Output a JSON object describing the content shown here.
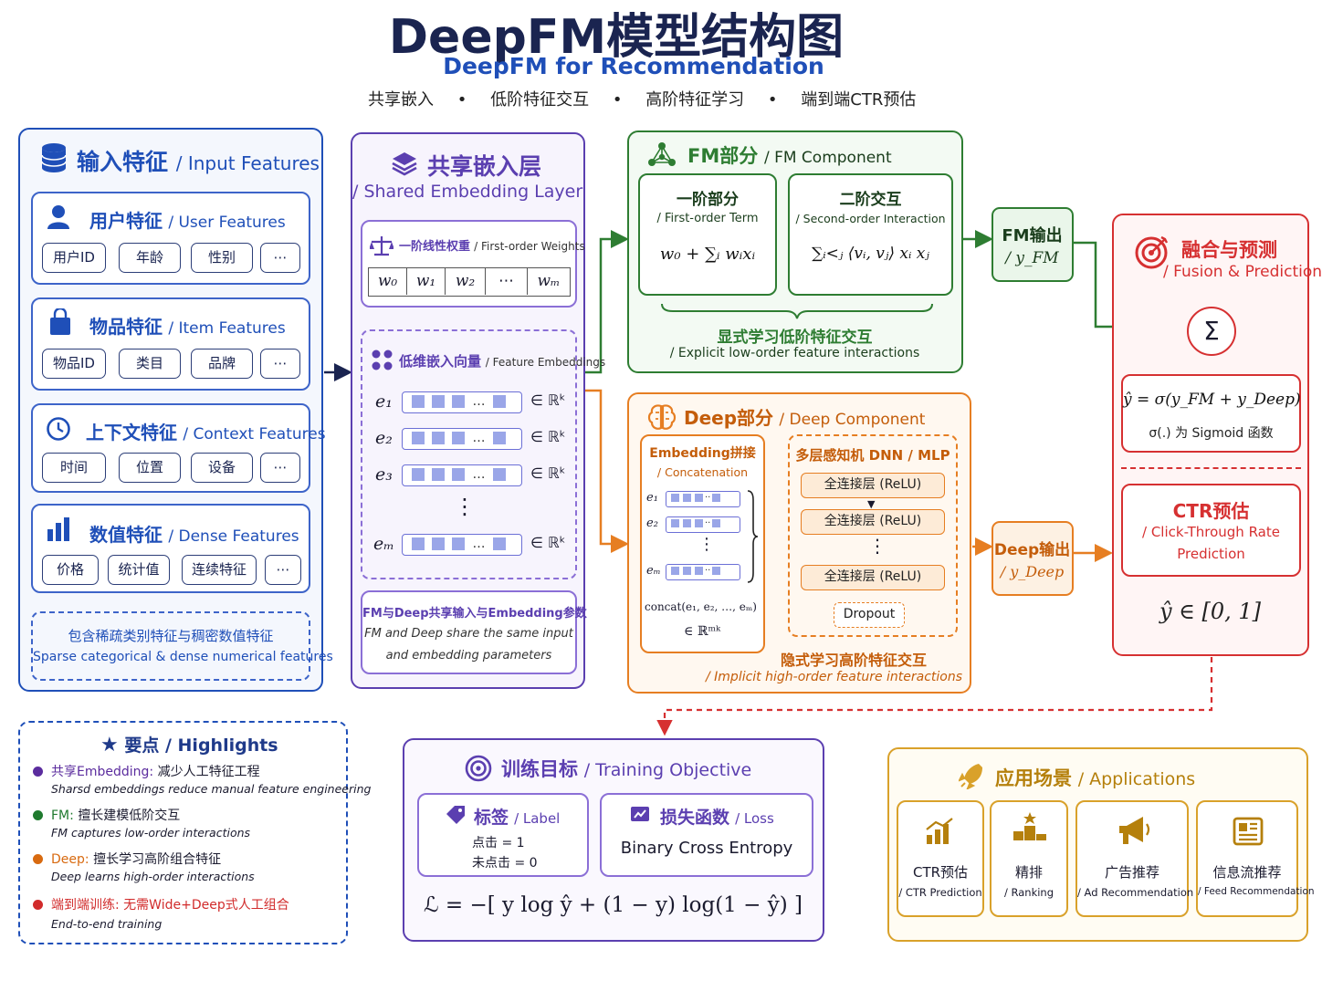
{
  "header": {
    "title": "DeepFM模型结构图",
    "subtitle": "DeepFM for Recommendation",
    "tags": [
      "共享嵌入",
      "低阶特征交互",
      "高阶特征学习",
      "端到端CTR预估"
    ]
  },
  "input": {
    "title_cn": "输入特征",
    "title_en": "/ Input Features",
    "groups": [
      {
        "title_cn": "用户特征",
        "title_en": "/ User Features",
        "chips": [
          "用户ID",
          "年龄",
          "性别",
          "⋯"
        ]
      },
      {
        "title_cn": "物品特征",
        "title_en": "/ Item Features",
        "chips": [
          "物品ID",
          "类目",
          "品牌",
          "⋯"
        ]
      },
      {
        "title_cn": "上下文特征",
        "title_en": "/ Context Features",
        "chips": [
          "时间",
          "位置",
          "设备",
          "⋯"
        ]
      },
      {
        "title_cn": "数值特征",
        "title_en": "/ Dense Features",
        "chips": [
          "价格",
          "统计值",
          "连续特征",
          "⋯"
        ]
      }
    ],
    "note_cn": "包含稀疏类别特征与稠密数值特征",
    "note_en": "Sparse categorical & dense numerical features"
  },
  "embedding": {
    "title_cn": "共享嵌入层",
    "title_en": "/ Shared Embedding Layer",
    "weights_title_cn": "一阶线性权重",
    "weights_title_en": "/ First-order Weights",
    "weights": [
      "w₀",
      "w₁",
      "w₂",
      "⋯",
      "wₘ"
    ],
    "vectors_title_cn": "低维嵌入向量",
    "vectors_title_en": "/ Feature Embeddings",
    "rows": [
      {
        "label": "e₁",
        "space": "∈ ℝᵏ"
      },
      {
        "label": "e₂",
        "space": "∈ ℝᵏ"
      },
      {
        "label": "e₃",
        "space": "∈ ℝᵏ"
      },
      {
        "label": "eₘ",
        "space": "∈ ℝᵏ"
      }
    ],
    "vdots": "⋮",
    "note_cn": "FM与Deep共享输入与Embedding参数",
    "note_en1": "FM and Deep share the same input",
    "note_en2": "and embedding parameters"
  },
  "fm": {
    "title_cn": "FM部分",
    "title_en": "/ FM Component",
    "first_cn": "一阶部分",
    "first_en": "/ First-order Term",
    "first_formula": "w₀ + ∑ᵢ wᵢxᵢ",
    "second_cn": "二阶交互",
    "second_en": "/ Second-order Interaction",
    "second_formula": "∑ᵢ<ⱼ ⟨vᵢ, vⱼ⟩ xᵢ xⱼ",
    "note_cn": "显式学习低阶特征交互",
    "note_en": "/ Explicit low-order feature interactions"
  },
  "fm_out": {
    "title_cn": "FM输出",
    "title_en": "/ y_FM"
  },
  "deep": {
    "title_cn": "Deep部分",
    "title_en": "/ Deep Component",
    "concat_cn": "Embedding拼接",
    "concat_en": "/ Concatenation",
    "concat_rows": [
      "e₁",
      "e₂",
      "eₘ"
    ],
    "concat_formula": "concat(e₁, e₂, …, eₘ)",
    "concat_space": "∈ ℝᵐᵏ",
    "mlp_title": "多层感知机 DNN / MLP",
    "layers": [
      "全连接层 (ReLU)",
      "全连接层 (ReLU)",
      "全连接层 (ReLU)"
    ],
    "dropout": "Dropout",
    "note_cn": "隐式学习高阶特征交互",
    "note_en": "/ Implicit high-order feature interactions"
  },
  "deep_out": {
    "title_cn": "Deep输出",
    "title_en": "/ y_Deep"
  },
  "fusion": {
    "title_cn": "融合与预测",
    "title_en": "/ Fusion & Prediction",
    "sum_symbol": "Σ",
    "formula": "ŷ = σ(y_FM + y_Deep)",
    "sigmoid_note": "σ(.) 为 Sigmoid 函数",
    "ctr_cn": "CTR预估",
    "ctr_en1": "/ Click-Through Rate",
    "ctr_en2": "Prediction",
    "range": "ŷ ∈ [0, 1]"
  },
  "highlights": {
    "title": "要点 / Highlights",
    "items": [
      {
        "head": "共享Embedding:",
        "body": "减少人工特征工程",
        "en": "Sharsd embeddings reduce manual feature engineering",
        "color": "#5b2c9e"
      },
      {
        "head": "FM:",
        "body": "擅长建模低阶交互",
        "en": "FM captures low-order interactions",
        "color": "#1f7a2e"
      },
      {
        "head": "Deep:",
        "body": "擅长学习高阶组合特征",
        "en": "Deep learns high-order interactions",
        "color": "#d86a10"
      },
      {
        "head": "端到端训练:",
        "body": "无需Wide+Deep式人工组合",
        "en": "End-to-end training",
        "color": "#d12b2b"
      }
    ]
  },
  "training": {
    "title_cn": "训练目标",
    "title_en": "/ Training Objective",
    "label_cn": "标签",
    "label_en": "/ Label",
    "label_click": "点击 = 1",
    "label_noclick": "未点击 = 0",
    "loss_cn": "损失函数",
    "loss_en": "/ Loss",
    "loss_name": "Binary Cross Entropy",
    "loss_formula": "ℒ = −[ y log ŷ + (1 − y) log(1 − ŷ) ]"
  },
  "applications": {
    "title_cn": "应用场景",
    "title_en": "/ Applications",
    "items": [
      {
        "cn": "CTR预估",
        "en": "/ CTR Prediction"
      },
      {
        "cn": "精排",
        "en": "/ Ranking"
      },
      {
        "cn": "广告推荐",
        "en": "/ Ad Recommendation"
      },
      {
        "cn": "信息流推荐",
        "en": "/ Feed Recommendation"
      }
    ]
  },
  "colors": {
    "blue": "#1f4fb8",
    "purple": "#5b3fb0",
    "green": "#2e7d32",
    "orange": "#e67e22",
    "red": "#d63031",
    "gold": "#d9a12a"
  }
}
